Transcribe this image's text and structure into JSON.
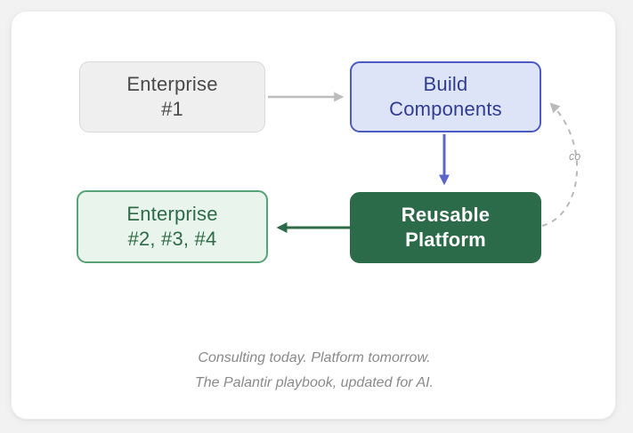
{
  "diagram": {
    "nodes": {
      "enterprise1": {
        "line1": "Enterprise",
        "line2": "#1",
        "fill": "#efefef",
        "border": "#d9d9d9",
        "text_color": "#4a4a4a"
      },
      "build_components": {
        "line1": "Build",
        "line2": "Components",
        "fill": "#dee4f8",
        "border": "#4d5ac2",
        "text_color": "#303c90"
      },
      "reusable_platform": {
        "line1": "Reusable",
        "line2": "Platform",
        "fill": "#2c6b49",
        "text_color": "#ffffff"
      },
      "enterprise234": {
        "line1": "Enterprise",
        "line2": "#2, #3, #4",
        "fill": "#e9f4ec",
        "border": "#57a277",
        "text_color": "#2e6b47"
      }
    },
    "edges": {
      "enterprise1_to_build": {
        "style": "solid",
        "color": "#bcbcbc"
      },
      "build_to_platform": {
        "style": "solid",
        "color": "#5a67c8"
      },
      "platform_to_enterprises": {
        "style": "solid",
        "color": "#2c6b49"
      },
      "platform_to_build_loop": {
        "style": "dashed",
        "color": "#b9b9b9",
        "label": "co"
      }
    }
  },
  "caption": {
    "line1": "Consulting today. Platform tomorrow.",
    "line2": "The Palantir playbook, updated for AI."
  }
}
